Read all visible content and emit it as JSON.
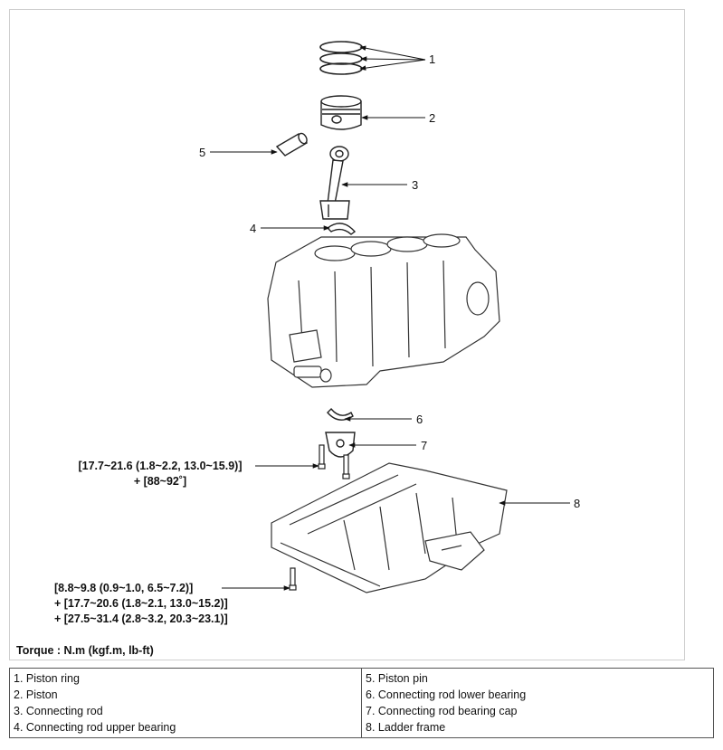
{
  "callouts": [
    "1",
    "2",
    "3",
    "4",
    "5",
    "6",
    "7",
    "8"
  ],
  "torque_specs": {
    "connecting_rod_cap_bolt": [
      "[17.7~21.6 (1.8~2.2, 13.0~15.9)]",
      "+ [88~92˚]"
    ],
    "ladder_frame_bolt": [
      "[8.8~9.8 (0.9~1.0, 6.5~7.2)]",
      "+ [17.7~20.6 (1.8~2.1, 13.0~15.2)]",
      "+ [27.5~31.4 (2.8~3.2, 20.3~23.1)]"
    ]
  },
  "torque_caption": "Torque : N.m (kgf.m, lb-ft)",
  "legend": {
    "left": [
      "1. Piston ring",
      "2. Piston",
      "3. Connecting rod",
      "4. Connecting rod upper bearing"
    ],
    "right": [
      "5. Piston pin",
      "6. Connecting rod lower bearing",
      "7. Connecting rod bearing cap",
      "8. Ladder frame"
    ]
  }
}
